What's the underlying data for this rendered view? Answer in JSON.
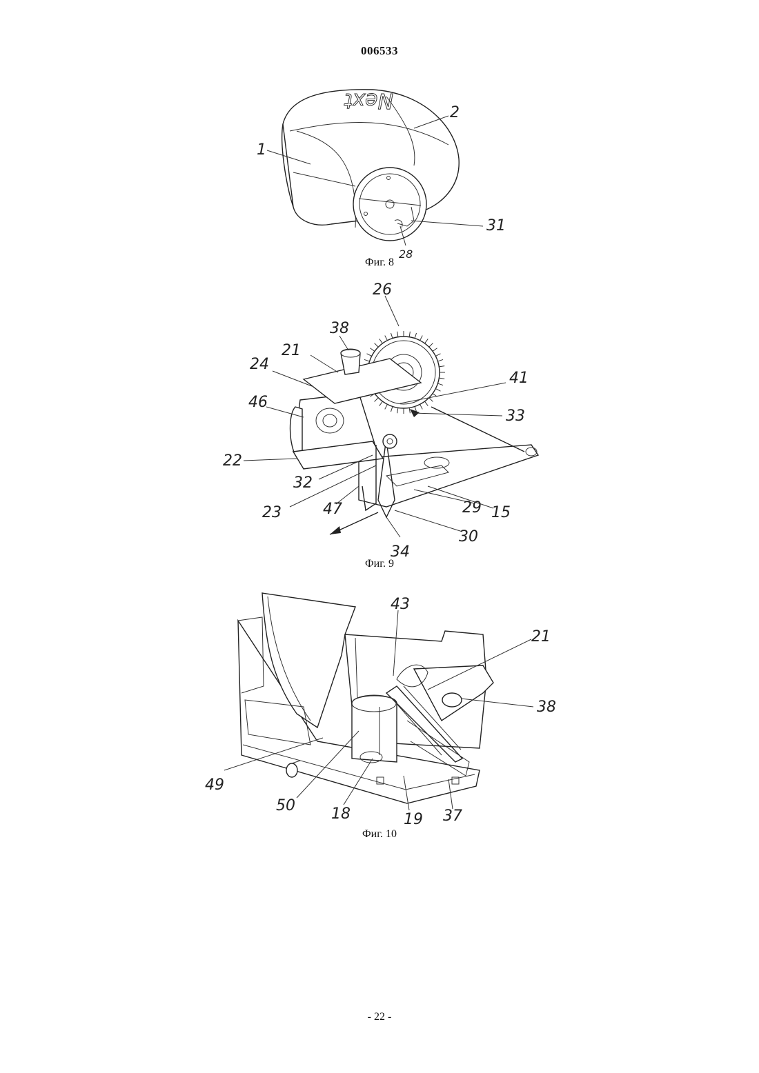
{
  "header": {
    "doc_number": "006533"
  },
  "figures": [
    {
      "caption": "Фиг. 8",
      "brand_text": "Next",
      "labels": [
        "1",
        "2",
        "31",
        "28"
      ]
    },
    {
      "caption": "Фиг. 9",
      "labels": [
        "26",
        "38",
        "21",
        "24",
        "41",
        "46",
        "33",
        "22",
        "32",
        "23",
        "47",
        "29",
        "15",
        "30",
        "34"
      ]
    },
    {
      "caption": "Фиг. 10",
      "labels": [
        "43",
        "21",
        "38",
        "49",
        "50",
        "18",
        "19",
        "37"
      ]
    }
  ],
  "footer": {
    "page_number": "- 22 -"
  }
}
